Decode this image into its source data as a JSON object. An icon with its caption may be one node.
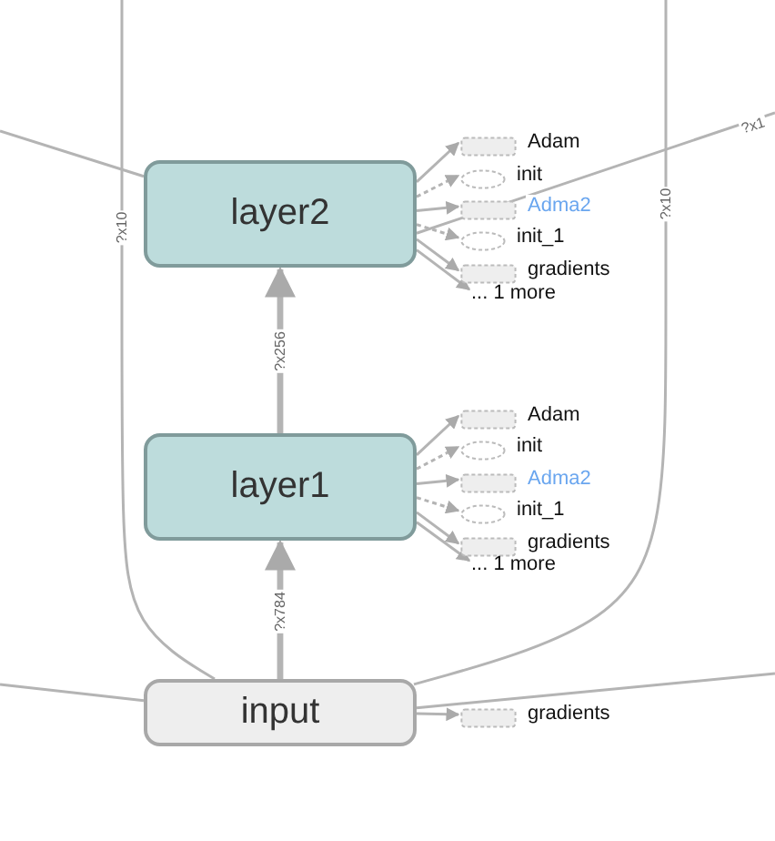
{
  "diagram": {
    "nodes": [
      {
        "text": [
          "layer2"
        ]
      },
      {
        "text": [
          "Adam"
        ]
      },
      {
        "text": [
          "init"
        ]
      },
      {
        "text": [
          "Adma2"
        ]
      },
      {
        "text": [
          "init_1"
        ]
      },
      {
        "text": [
          "gradients"
        ]
      },
      {
        "text": [
          "... 1 more"
        ]
      },
      {
        "text": [
          "layer1"
        ]
      },
      {
        "text": [
          "Adam"
        ]
      },
      {
        "text": [
          "init"
        ]
      },
      {
        "text": [
          "Adma2"
        ]
      },
      {
        "text": [
          "init_1"
        ]
      },
      {
        "text": [
          "gradients"
        ]
      },
      {
        "text": [
          "... 1 more"
        ]
      },
      {
        "text": [
          "input"
        ]
      },
      {
        "text": [
          "gradients"
        ]
      }
    ],
    "edges": [
      {
        "from": 0,
        "to": 1,
        "arrow": "to"
      },
      {
        "from": 0,
        "to": 2,
        "arrow": "to",
        "style": "dashed"
      },
      {
        "from": 0,
        "to": 3,
        "arrow": "to"
      },
      {
        "from": 0,
        "to": 4,
        "arrow": "to",
        "style": "dashed"
      },
      {
        "from": 0,
        "to": 5,
        "arrow": "to"
      },
      {
        "from": 0,
        "to": 6,
        "arrow": "to"
      },
      {
        "from": 7,
        "to": 0,
        "arrow": "to",
        "label": "?x256",
        "style": "thick"
      },
      {
        "from": 7,
        "to": 8,
        "arrow": "to"
      },
      {
        "from": 7,
        "to": 9,
        "arrow": "to",
        "style": "dashed"
      },
      {
        "from": 7,
        "to": 10,
        "arrow": "to"
      },
      {
        "from": 7,
        "to": 11,
        "arrow": "to",
        "style": "dashed"
      },
      {
        "from": 7,
        "to": 12,
        "arrow": "to"
      },
      {
        "from": 7,
        "to": 13,
        "arrow": "to"
      },
      {
        "from": 14,
        "to": 7,
        "arrow": "to",
        "label": "?x784",
        "style": "thick"
      },
      {
        "from": 14,
        "to": 15,
        "arrow": "to"
      },
      {
        "from": 14,
        "to": null,
        "arrow": "none",
        "label": "?x10"
      },
      {
        "from": 14,
        "to": null,
        "arrow": "none",
        "label": "?x10"
      },
      {
        "from": null,
        "to": 0,
        "arrow": "none"
      },
      {
        "from": 0,
        "to": null,
        "arrow": "none",
        "label": "?x1"
      },
      {
        "from": null,
        "to": 14,
        "arrow": "none"
      },
      {
        "from": 14,
        "to": null,
        "arrow": "none"
      }
    ]
  }
}
